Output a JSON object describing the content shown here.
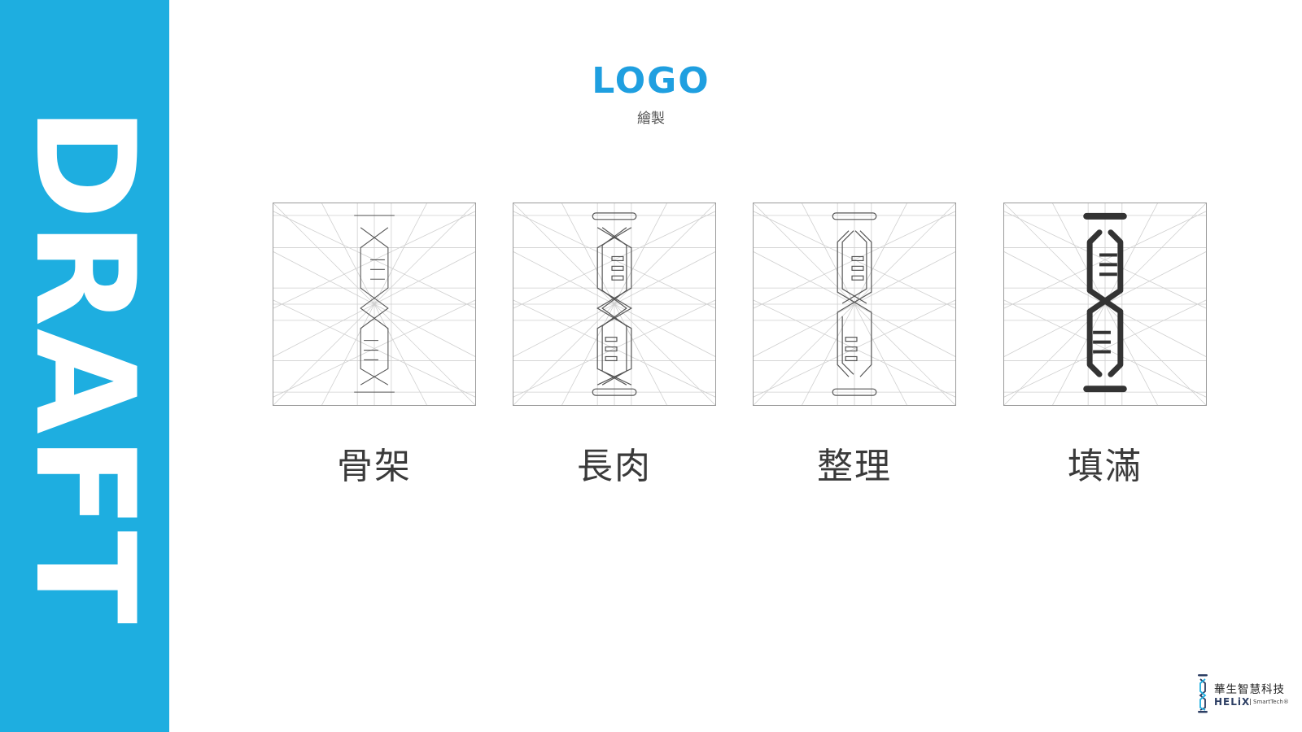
{
  "sidebar": {
    "label": "DRAFT",
    "color": "#1eaee0"
  },
  "header": {
    "title": "LOGO",
    "subtitle": "繪製",
    "title_color": "#1f9fe0"
  },
  "steps": [
    {
      "caption": "骨架"
    },
    {
      "caption": "長肉"
    },
    {
      "caption": "整理"
    },
    {
      "caption": "填滿"
    }
  ],
  "brand": {
    "name_cn": "華生智慧科技",
    "name_en": "HELiX",
    "sub": "SmartTech®"
  }
}
